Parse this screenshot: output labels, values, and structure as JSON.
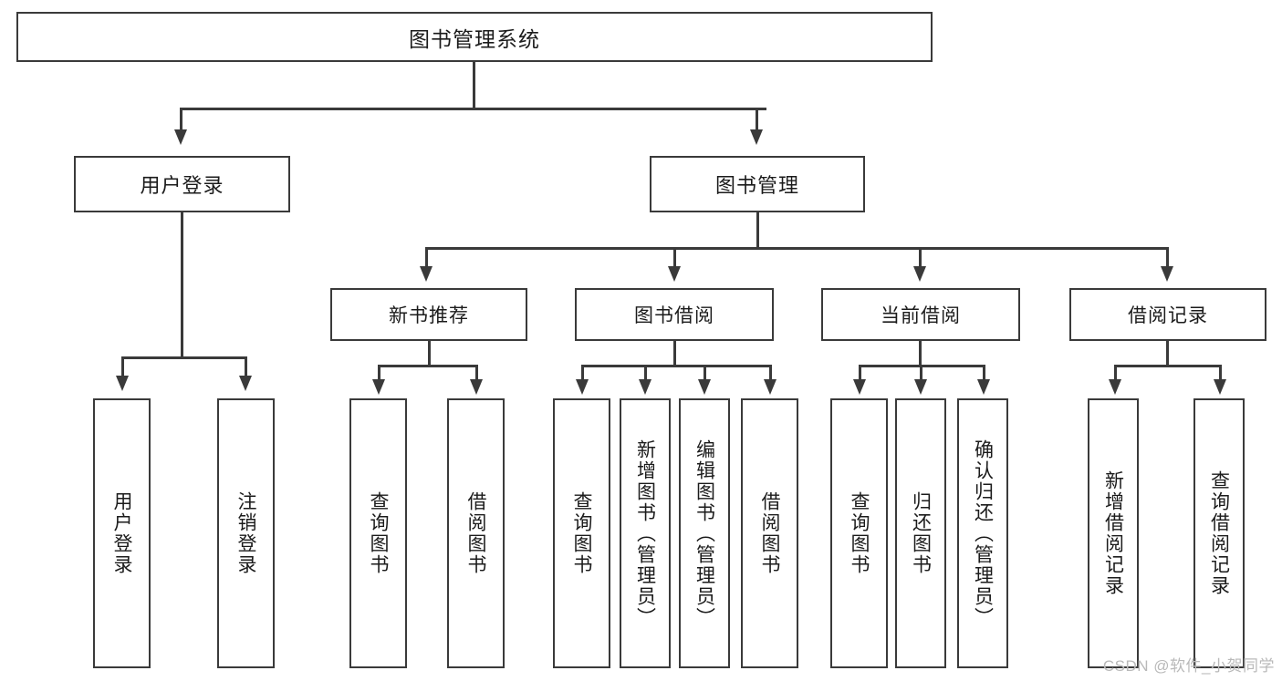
{
  "diagram": {
    "title": "图书管理系统",
    "type": "hierarchy-tree",
    "watermark": "CSDN @软件_小贺同学",
    "colors": {
      "stroke": "#3a3a3a",
      "fill": "#ffffff",
      "text": "#1b1b1b",
      "watermark": "#b9b9b9"
    },
    "root": {
      "label": "图书管理系统"
    },
    "level1": [
      {
        "label": "用户登录"
      },
      {
        "label": "图书管理"
      }
    ],
    "level2": [
      {
        "label": "新书推荐"
      },
      {
        "label": "图书借阅"
      },
      {
        "label": "当前借阅"
      },
      {
        "label": "借阅记录"
      }
    ],
    "leaves": {
      "user_login": [
        {
          "label": "用户登录"
        },
        {
          "label": "注销登录"
        }
      ],
      "new_book_recommend": [
        {
          "label": "查询图书"
        },
        {
          "label": "借阅图书"
        }
      ],
      "book_borrow": [
        {
          "label": "查询图书"
        },
        {
          "label": "新增图书（管理员）"
        },
        {
          "label": "编辑图书（管理员）"
        },
        {
          "label": "借阅图书"
        }
      ],
      "current_borrow": [
        {
          "label": "查询图书"
        },
        {
          "label": "归还图书"
        },
        {
          "label": "确认归还（管理员）"
        }
      ],
      "borrow_records": [
        {
          "label": "新增借阅记录"
        },
        {
          "label": "查询借阅记录"
        }
      ]
    }
  }
}
